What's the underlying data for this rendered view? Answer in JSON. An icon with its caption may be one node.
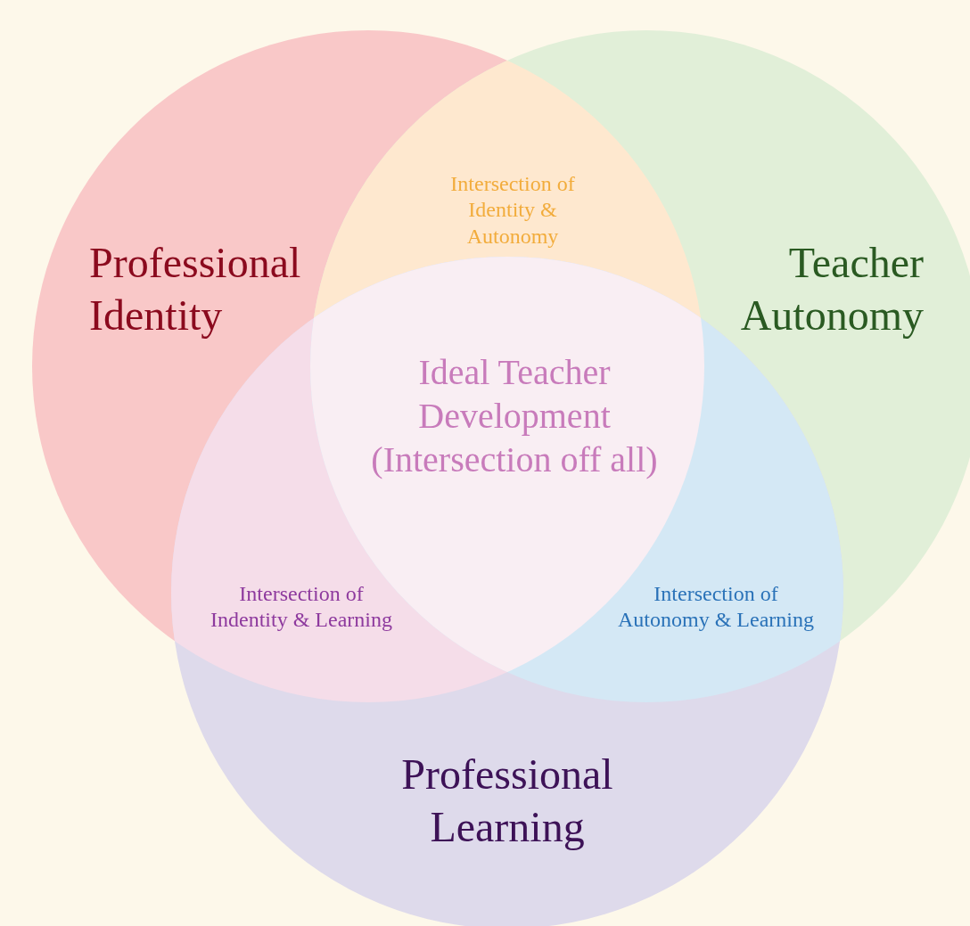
{
  "diagram": {
    "nodes": [
      {
        "text": [
          "Professional Identity"
        ]
      },
      {
        "text": [
          "Teacher Autonomy"
        ]
      },
      {
        "text": [
          "Professional Learning"
        ]
      }
    ],
    "labels": [
      "Intersection of Identity & Autonomy",
      "Ideal Teacher Development (Intersection off all)",
      "Intersection of Indentity & Learning",
      "Intersection of Autonomy & Learning"
    ]
  }
}
